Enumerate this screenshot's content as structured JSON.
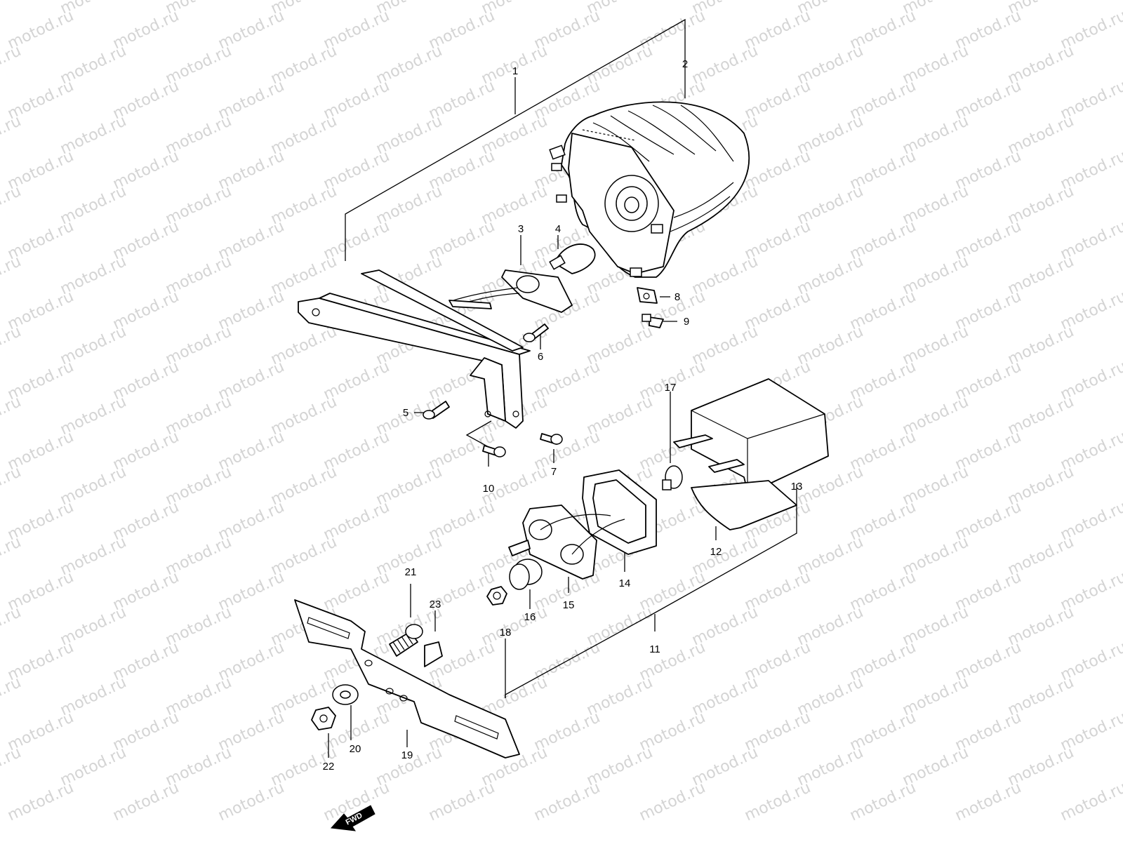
{
  "diagram": {
    "watermark_text": "motod.ru",
    "fwd_label": "FWD",
    "part_labels": {
      "p1": "1",
      "p2": "2",
      "p3": "3",
      "p4": "4",
      "p5": "5",
      "p6": "6",
      "p7": "7",
      "p8": "8",
      "p9": "9",
      "p10": "10",
      "p11": "11",
      "p12": "12",
      "p13": "13",
      "p14": "14",
      "p15": "15",
      "p16": "16",
      "p17": "17",
      "p18": "18",
      "p19": "19",
      "p20": "20",
      "p21": "21",
      "p22": "22",
      "p23": "23"
    }
  }
}
